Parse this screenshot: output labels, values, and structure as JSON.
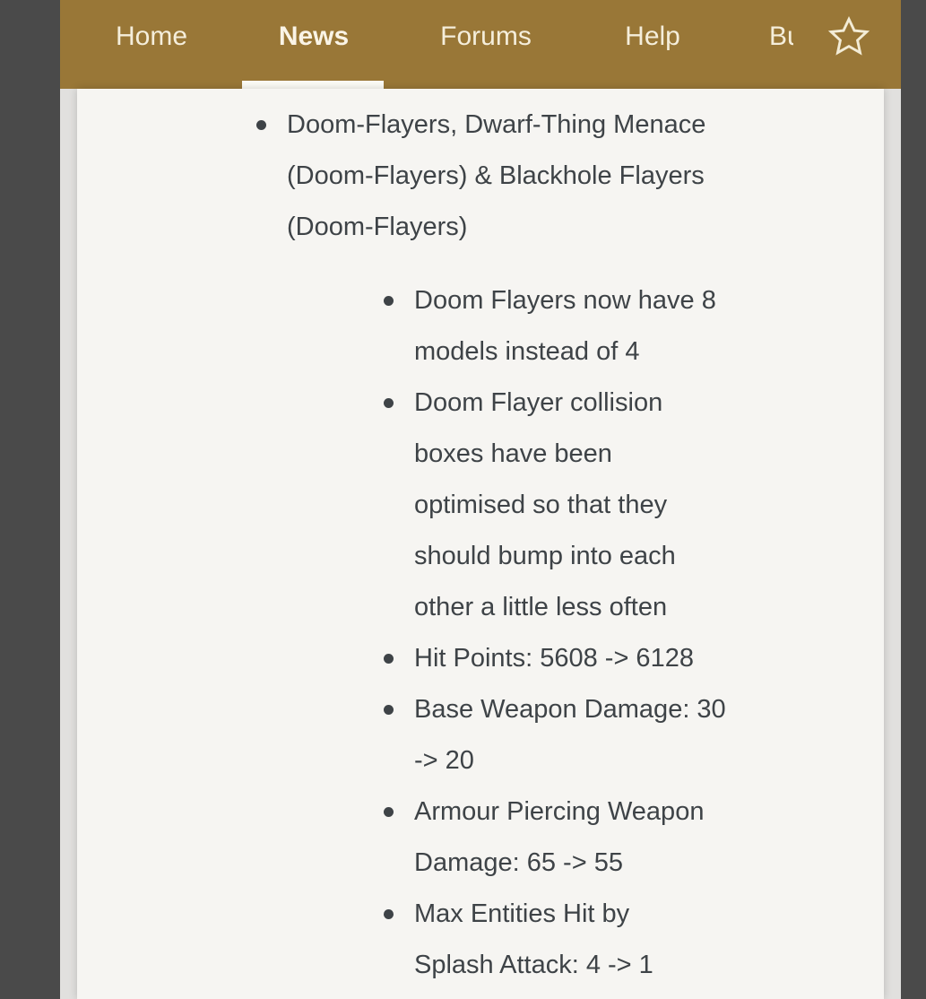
{
  "navbar": {
    "background_color": "#997737",
    "text_color": "#F5EEDB",
    "active_underline_color": "#FCFBF6",
    "items": [
      {
        "label": "Home",
        "active": false
      },
      {
        "label": "News",
        "active": true
      },
      {
        "label": "Forums",
        "active": false
      },
      {
        "label": "Help",
        "active": false
      },
      {
        "label": "Bu",
        "active": false
      }
    ],
    "bookmark_icon": "star-outline-icon"
  },
  "content": {
    "background_color": "#F6F5F2",
    "gutter_color": "#E1E0DE",
    "frame_color": "#4A4A4A",
    "text_color": "#3E4347",
    "list": [
      {
        "text": "Doom-Flayers, Dwarf-Thing Menace (Doom-Flayers) & Blackhole Flayers (Doom-Flayers)",
        "lines": [
          "Doom-Flayers, Dwarf-Thing Menace",
          "(Doom-Flayers) & Blackhole Flayers",
          "(Doom-Flayers)"
        ],
        "children": [
          {
            "text": "Doom Flayers now have 8 models instead of 4",
            "lines": [
              "Doom Flayers now have 8",
              "models instead of 4"
            ]
          },
          {
            "text": "Doom Flayer collision boxes have been optimised so that they should bump into each other a little less often",
            "lines": [
              "Doom Flayer collision",
              "boxes have been",
              "optimised so that they",
              "should bump into each",
              "other a little less often"
            ]
          },
          {
            "text": "Hit Points: 5608 -> 6128",
            "lines": [
              "Hit Points: 5608 -> 6128"
            ]
          },
          {
            "text": "Base Weapon Damage: 30 -> 20",
            "lines": [
              "Base Weapon Damage: 30",
              "-> 20"
            ]
          },
          {
            "text": "Armour Piercing Weapon Damage: 65 -> 55",
            "lines": [
              "Armour Piercing Weapon",
              "Damage: 65 -> 55"
            ]
          },
          {
            "text": "Max Entities Hit by Splash Attack: 4 -> 1",
            "lines": [
              "Max Entities Hit by",
              "Splash Attack: 4 -> 1"
            ]
          }
        ]
      }
    ]
  }
}
